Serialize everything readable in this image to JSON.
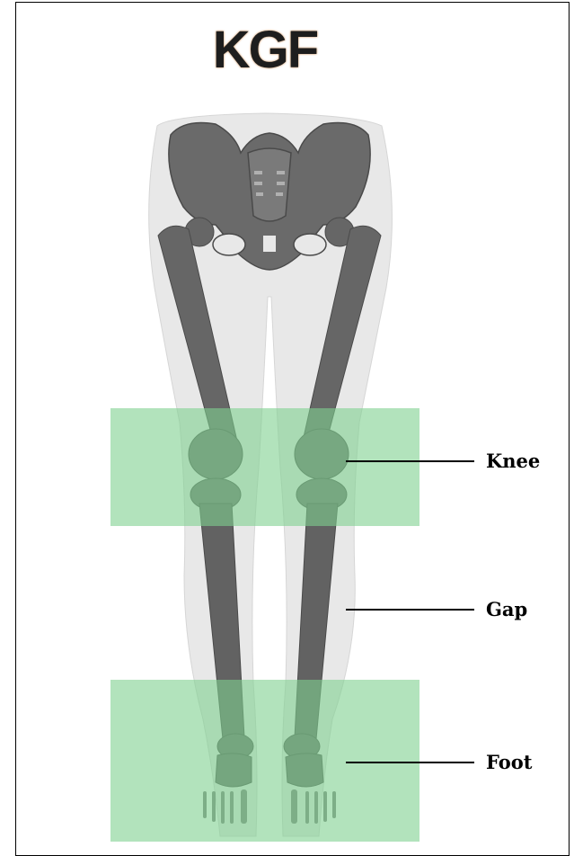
{
  "title": "KGF",
  "labels": {
    "knee": "Knee",
    "gap": "Gap",
    "foot": "Foot"
  },
  "colors": {
    "highlight": "#7fd18f",
    "bone": "#5e5e5e",
    "silhouette": "#e6e6e6",
    "title": "#1e1e1e"
  }
}
